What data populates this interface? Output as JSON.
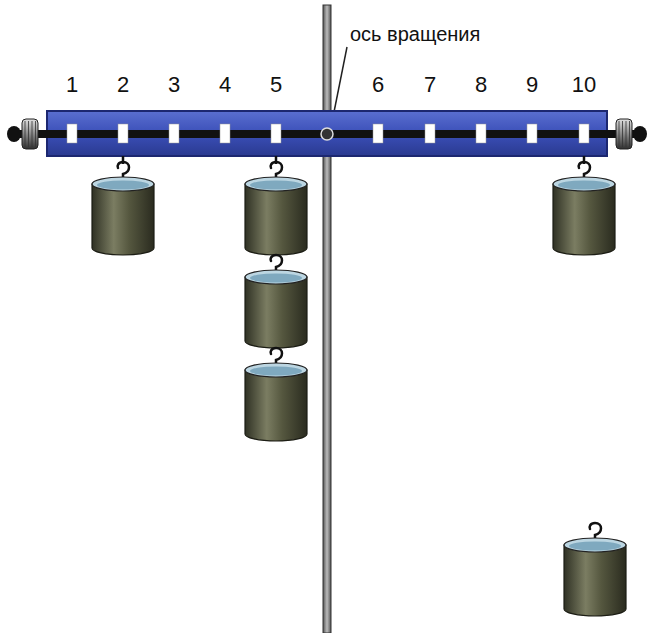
{
  "diagram": {
    "labels": [
      "ось вращения",
      "1",
      "2",
      "3",
      "4",
      "5",
      "6",
      "7",
      "8",
      "9",
      "10"
    ]
  }
}
